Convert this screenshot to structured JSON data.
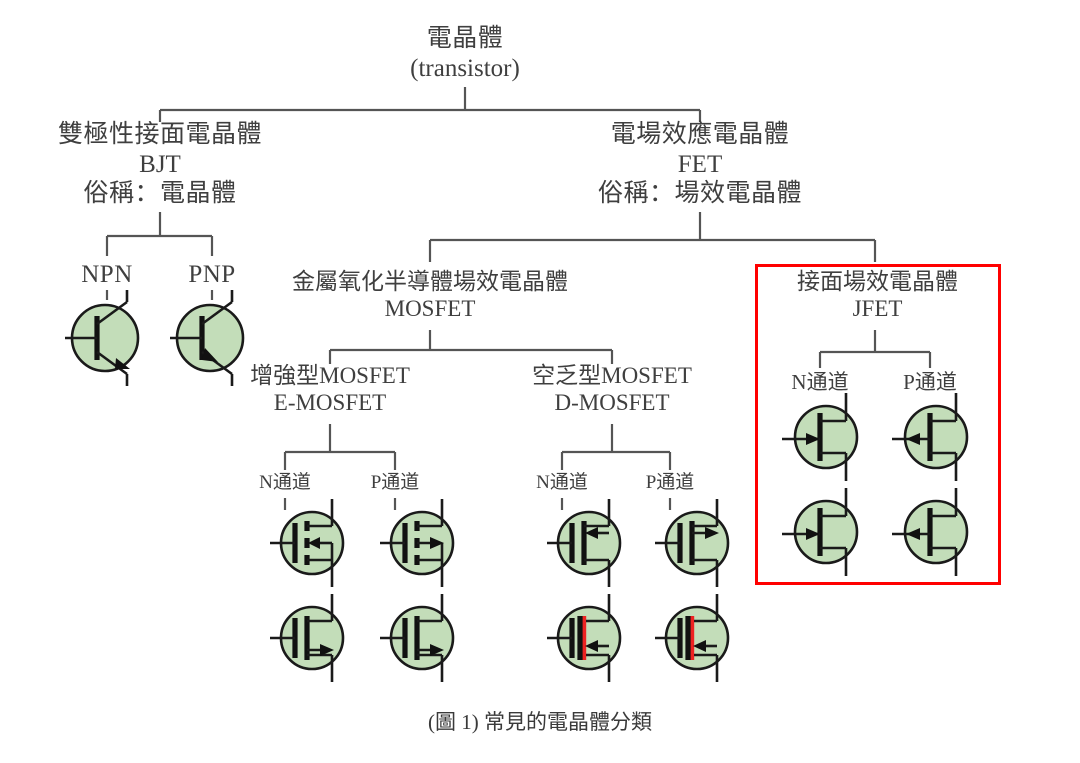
{
  "figure": {
    "caption": "(圖 1) 常見的電晶體分類",
    "colors": {
      "symbol_fill": "#c3ddb9",
      "symbol_stroke": "#1a1a1a",
      "line": "#555555",
      "text": "#3f3f3f",
      "highlight_box": "#ff0000",
      "accent_red_bar": "#ee2222"
    }
  },
  "tree": {
    "root": {
      "line1": "電晶體",
      "line2": "(transistor)"
    },
    "bjt": {
      "line1": "雙極性接面電晶體",
      "line2": "BJT",
      "line3": "俗稱：電晶體",
      "children": [
        {
          "label": "NPN",
          "symbol": "bjt-npn"
        },
        {
          "label": "PNP",
          "symbol": "bjt-pnp"
        }
      ]
    },
    "fet": {
      "line1": "電場效應電晶體",
      "line2": "FET",
      "line3": "俗稱：場效電晶體",
      "mosfet": {
        "line1": "金屬氧化半導體場效電晶體",
        "line2": "MOSFET",
        "children": [
          {
            "line1": "增強型MOSFET",
            "line2": "E-MOSFET",
            "channels": [
              {
                "label": "N通道",
                "symbol_row1": "emos-n-1",
                "symbol_row2": "emos-n-2"
              },
              {
                "label": "P通道",
                "symbol_row1": "emos-p-1",
                "symbol_row2": "emos-p-2"
              }
            ]
          },
          {
            "line1": "空乏型MOSFET",
            "line2": "D-MOSFET",
            "channels": [
              {
                "label": "N通道",
                "symbol_row1": "dmos-n-1",
                "symbol_row2": "dmos-n-2"
              },
              {
                "label": "P通道",
                "symbol_row1": "dmos-p-1",
                "symbol_row2": "dmos-p-2"
              }
            ]
          }
        ]
      },
      "jfet": {
        "line1": "接面場效電晶體",
        "line2": "JFET",
        "highlighted": true,
        "channels": [
          {
            "label": "N通道",
            "symbol_row1": "jfet-n-1",
            "symbol_row2": "jfet-n-2"
          },
          {
            "label": "P通道",
            "symbol_row1": "jfet-p-1",
            "symbol_row2": "jfet-p-2"
          }
        ]
      }
    }
  }
}
